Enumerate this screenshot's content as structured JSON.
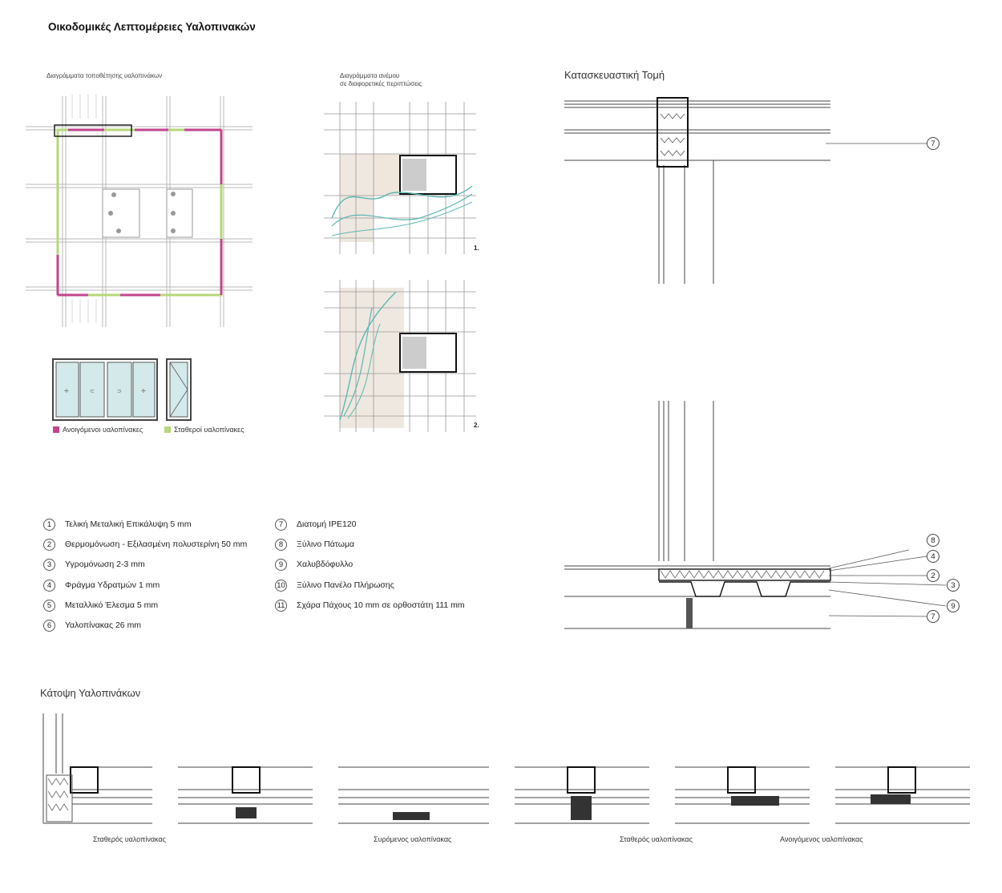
{
  "title": "Οικοδομικές Λεπτομέρειες Υαλοπινακών",
  "placement": {
    "label": "Διαγράμματα τοποθέτησης υαλοπινάκων"
  },
  "wind": {
    "label_line1": "Διαγράμματα ανέμου",
    "label_line2": "σε διαφορετικές περιπτώσεις",
    "case1": "1.",
    "case2": "2."
  },
  "section": {
    "title": "Κατασκευαστική Τομή",
    "callouts": [
      "7",
      "8",
      "4",
      "2",
      "3",
      "9",
      "7"
    ]
  },
  "swatches": [
    {
      "label": "Ανοιγόμενοι υαλοπίνακες",
      "color": "#c2458e"
    },
    {
      "label": "Σταθεροί υαλοπίνακες",
      "color": "#b6d77a"
    }
  ],
  "legend": [
    {
      "num": "1",
      "text": "Τελική Μεταλική Επικάλυψη 5 mm"
    },
    {
      "num": "2",
      "text": "Θερμομόνωση - Εξιλασμένη πολυστερίνη 50 mm"
    },
    {
      "num": "3",
      "text": "Υγρομόνωση 2-3 mm"
    },
    {
      "num": "4",
      "text": "Φράγμα Υδρατμών 1 mm"
    },
    {
      "num": "5",
      "text": "Μεταλλικό Έλεσμα 5 mm"
    },
    {
      "num": "6",
      "text": "Υαλοπίνακας 26 mm"
    },
    {
      "num": "7",
      "text": "Διατομή IPE120"
    },
    {
      "num": "8",
      "text": "Ξύλινο Πάτωμα"
    },
    {
      "num": "9",
      "text": "Χαλυβδόφυλλο"
    },
    {
      "num": "10",
      "text": "Ξύλινο Πανέλο Πλήρωσης"
    },
    {
      "num": "11",
      "text": "Σχάρα Πάχους 10 mm σε ορθοστάτη 111 mm"
    }
  ],
  "plan": {
    "title": "Κάτοψη Υαλοπινάκων",
    "captions": [
      "Σταθερός υαλοπίνακας",
      "Συρόμενος υαλοπίνακας",
      "Σταθερός υαλοπίνακας",
      "Ανοιγόμενος υαλοπίνακας"
    ]
  }
}
